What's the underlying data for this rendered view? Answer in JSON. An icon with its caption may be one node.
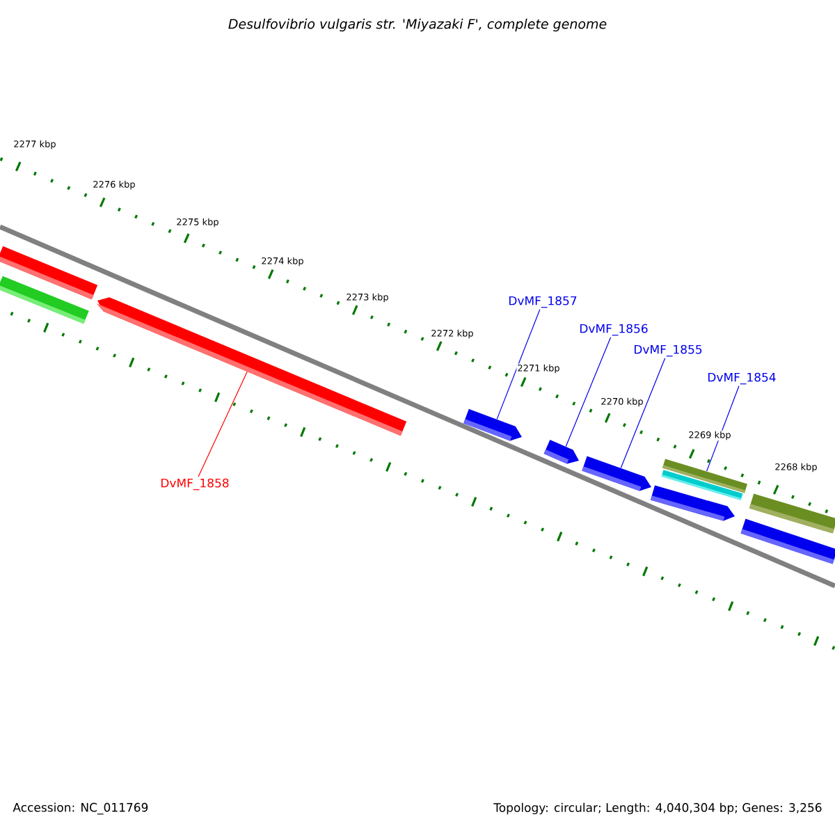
{
  "diagram": {
    "title": "Desulfovibrio vulgaris str. 'Miyazaki F', complete genome",
    "nodes": [
      {
        "text": [
          "DvMF_1857"
        ]
      },
      {
        "text": [
          "DvMF_1856"
        ]
      },
      {
        "text": [
          "DvMF_1855"
        ]
      },
      {
        "text": [
          "DvMF_1854"
        ]
      },
      {
        "text": [
          "DvMF_1858"
        ]
      },
      {
        "text": [],
        "shape": "bar"
      },
      {
        "text": [],
        "shape": "bar"
      },
      {
        "text": [],
        "shape": "arrow"
      },
      {
        "text": [],
        "shape": "arrow"
      },
      {
        "text": [],
        "shape": "arrow"
      },
      {
        "text": [],
        "shape": "arrow"
      },
      {
        "text": [],
        "shape": "bar"
      },
      {
        "text": [],
        "shape": "bar"
      },
      {
        "text": [],
        "shape": "arrow"
      },
      {
        "text": [],
        "shape": "bar"
      },
      {
        "text": [],
        "shape": "bar"
      }
    ],
    "edges": [
      {
        "from": 0,
        "to": 8,
        "arrow": "none"
      },
      {
        "from": 1,
        "to": 9,
        "arrow": "none"
      },
      {
        "from": 2,
        "to": 10,
        "arrow": "none"
      },
      {
        "from": 3,
        "to": 11,
        "arrow": "none"
      },
      {
        "from": 4,
        "to": 7,
        "arrow": "none",
        "color": "#ff0000"
      }
    ],
    "labels": [
      "2277 kbp",
      "2276 kbp",
      "2275 kbp",
      "2274 kbp",
      "2273 kbp",
      "2272 kbp",
      "2271 kbp",
      "2270 kbp",
      "2269 kbp",
      "2268 kbp",
      "Accession: NC_011769",
      "Topology: circular; Length: 4,040,304 bp; Genes: 3,256"
    ]
  }
}
